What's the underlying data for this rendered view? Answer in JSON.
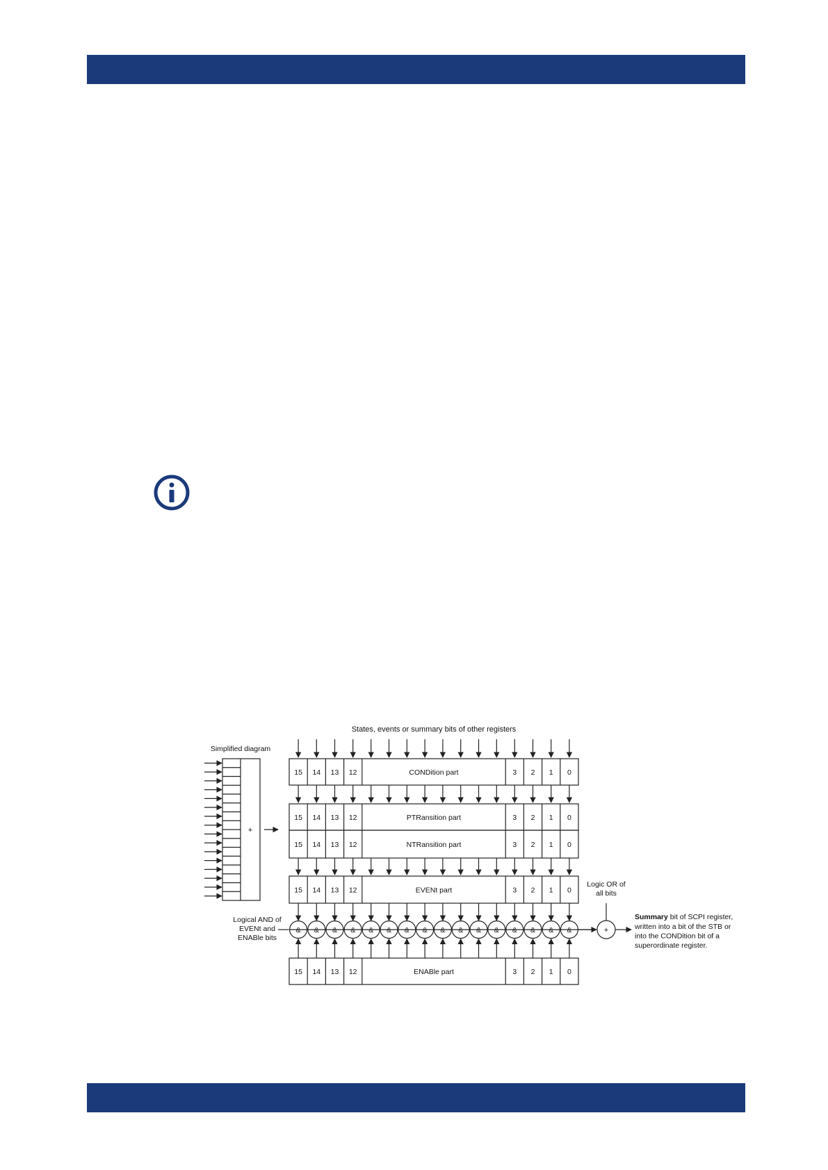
{
  "colors": {
    "header_band": "#1a3a7a",
    "footer_band": "#1a3a7a",
    "info_icon": "#1a3a7a",
    "diagram_stroke": "#222222"
  },
  "icons": {
    "note": "info-icon"
  },
  "diagram": {
    "top_label": "States, events or summary bits of other registers",
    "simplified_title": "Simplified diagram",
    "simplified_plus": "+",
    "bit_labels_left": [
      "15",
      "14",
      "13",
      "12"
    ],
    "bit_labels_right": [
      "3",
      "2",
      "1",
      "0"
    ],
    "registers": [
      {
        "id": "condition",
        "label": "CONDition part"
      },
      {
        "id": "ptransition",
        "label": "PTRansition part"
      },
      {
        "id": "ntransition",
        "label": "NTRansition part"
      },
      {
        "id": "event",
        "label": "EVENt part"
      },
      {
        "id": "enable",
        "label": "ENABle part"
      }
    ],
    "and_symbol": "&",
    "and_gate_count": 16,
    "or_symbol": "+",
    "logic_or_label": [
      "Logic OR of",
      "all bits"
    ],
    "logical_and_label": [
      "Logical AND of",
      "EVENt and",
      "ENABle bits"
    ],
    "summary_label": {
      "bold": "Summary",
      "rest": " bit of SCPI register,",
      "lines": [
        "written into a bit of the STB or",
        "into the CONDition bit of a",
        "superordinate register."
      ]
    }
  }
}
